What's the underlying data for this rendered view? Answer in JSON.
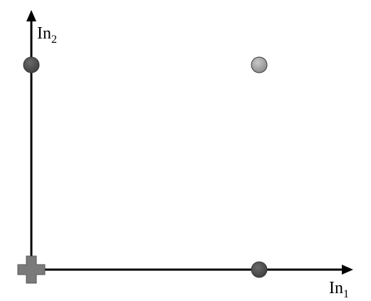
{
  "chart_data": {
    "type": "scatter",
    "axes": {
      "x": {
        "label": "In",
        "subscript": "1"
      },
      "y": {
        "label": "In",
        "subscript": "2"
      }
    },
    "xlim": [
      0,
      1
    ],
    "ylim": [
      0,
      1
    ],
    "grid": false,
    "points": [
      {
        "x": 0,
        "y": 0,
        "marker": "plus",
        "color": "#7a7a7a"
      },
      {
        "x": 1,
        "y": 0,
        "marker": "circle",
        "color": "#555555"
      },
      {
        "x": 0,
        "y": 1,
        "marker": "circle",
        "color": "#555555"
      },
      {
        "x": 1,
        "y": 1,
        "marker": "circle",
        "color": "#9a9a9a"
      }
    ]
  },
  "colors": {
    "axis": "#000000",
    "marker_dark": "#555555",
    "marker_light": "#9a9a9a",
    "marker_plus": "#7a7a7a"
  }
}
